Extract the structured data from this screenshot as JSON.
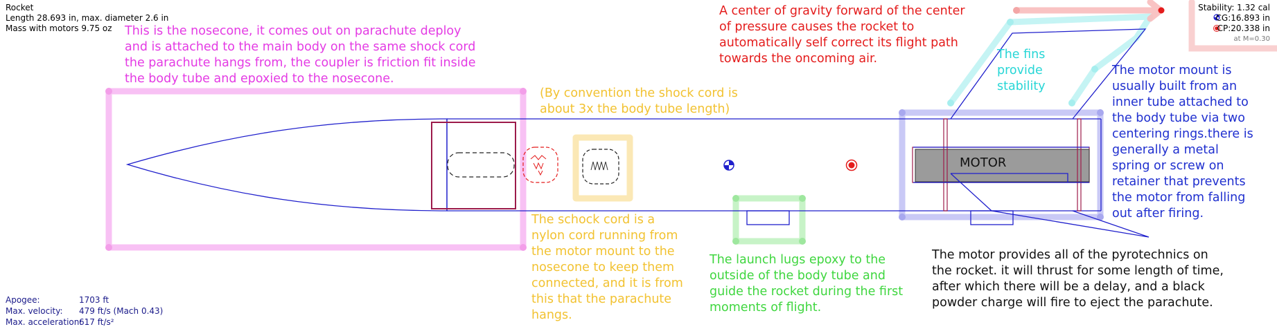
{
  "info": {
    "name": "Rocket",
    "length": "Length 28.693 in, max. diameter 2.6 in",
    "mass": "Mass with motors 9.75 oz"
  },
  "stability": {
    "label": "Stability:  1.32 cal",
    "cg": "CG:16.893 in",
    "cp": "CP:20.338 in",
    "mach": "at M=0.30"
  },
  "flight": {
    "apogee_label": "Apogee:",
    "apogee_value": "1703 ft",
    "velocity_label": "Max. velocity:",
    "velocity_value": "479 ft/s  (Mach 0.43)",
    "accel_label": "Max. acceleration:",
    "accel_value": "617 ft/s²"
  },
  "annotations": {
    "nosecone": [
      "This is the nosecone, it  comes out on parachute deploy",
      "and is attached to the main body on the same shock cord",
      "the parachute hangs from, the coupler is friction fit inside",
      "the body tube and epoxied to the nosecone."
    ],
    "convention": [
      "(By convention the shock cord is",
      "about 3x the body tube length)"
    ],
    "shock_cord": [
      "The schock cord is a",
      "nylon cord running from",
      "the motor mount to the",
      "nosecone to keep them",
      "connected, and it is from",
      "this that the parachute",
      "hangs."
    ],
    "cg_cp": [
      "A center of gravity forward of the center",
      "of pressure causes the rocket to",
      "automatically self correct its flight path",
      "towards the oncoming air."
    ],
    "fins": [
      "The fins",
      "provide",
      "stability"
    ],
    "motor_mount": [
      "The motor mount is",
      "usually built from an",
      "inner tube attached to",
      "the body tube via two",
      "centering rings.there is",
      "generally a metal",
      "spring or screw on",
      "retainer that prevents",
      "the motor from falling",
      "out after firing."
    ],
    "launch_lugs": [
      "The launch lugs epoxy to the",
      "outside of the body tube and",
      "guide the rocket during the first",
      "moments of flight."
    ],
    "motor": [
      "The motor provides all of the pyrotechnics on",
      "the rocket. it will thrust for some length of time,",
      "after which there will be a delay, and a black",
      "powder charge will fire to eject the parachute."
    ],
    "motor_label": "MOTOR"
  },
  "colors": {
    "outline": "#1f1fcc",
    "nosecone": "#e43be4",
    "shock_cord": "#f2c231",
    "cg_cp": "#e41c1c",
    "fins": "#27d6d6",
    "motor_mount": "#1f2fcf",
    "launch_lugs": "#3fd63f",
    "motor": "#111111",
    "info": "#1a1a8a",
    "coupler": "#9c1a4a"
  }
}
